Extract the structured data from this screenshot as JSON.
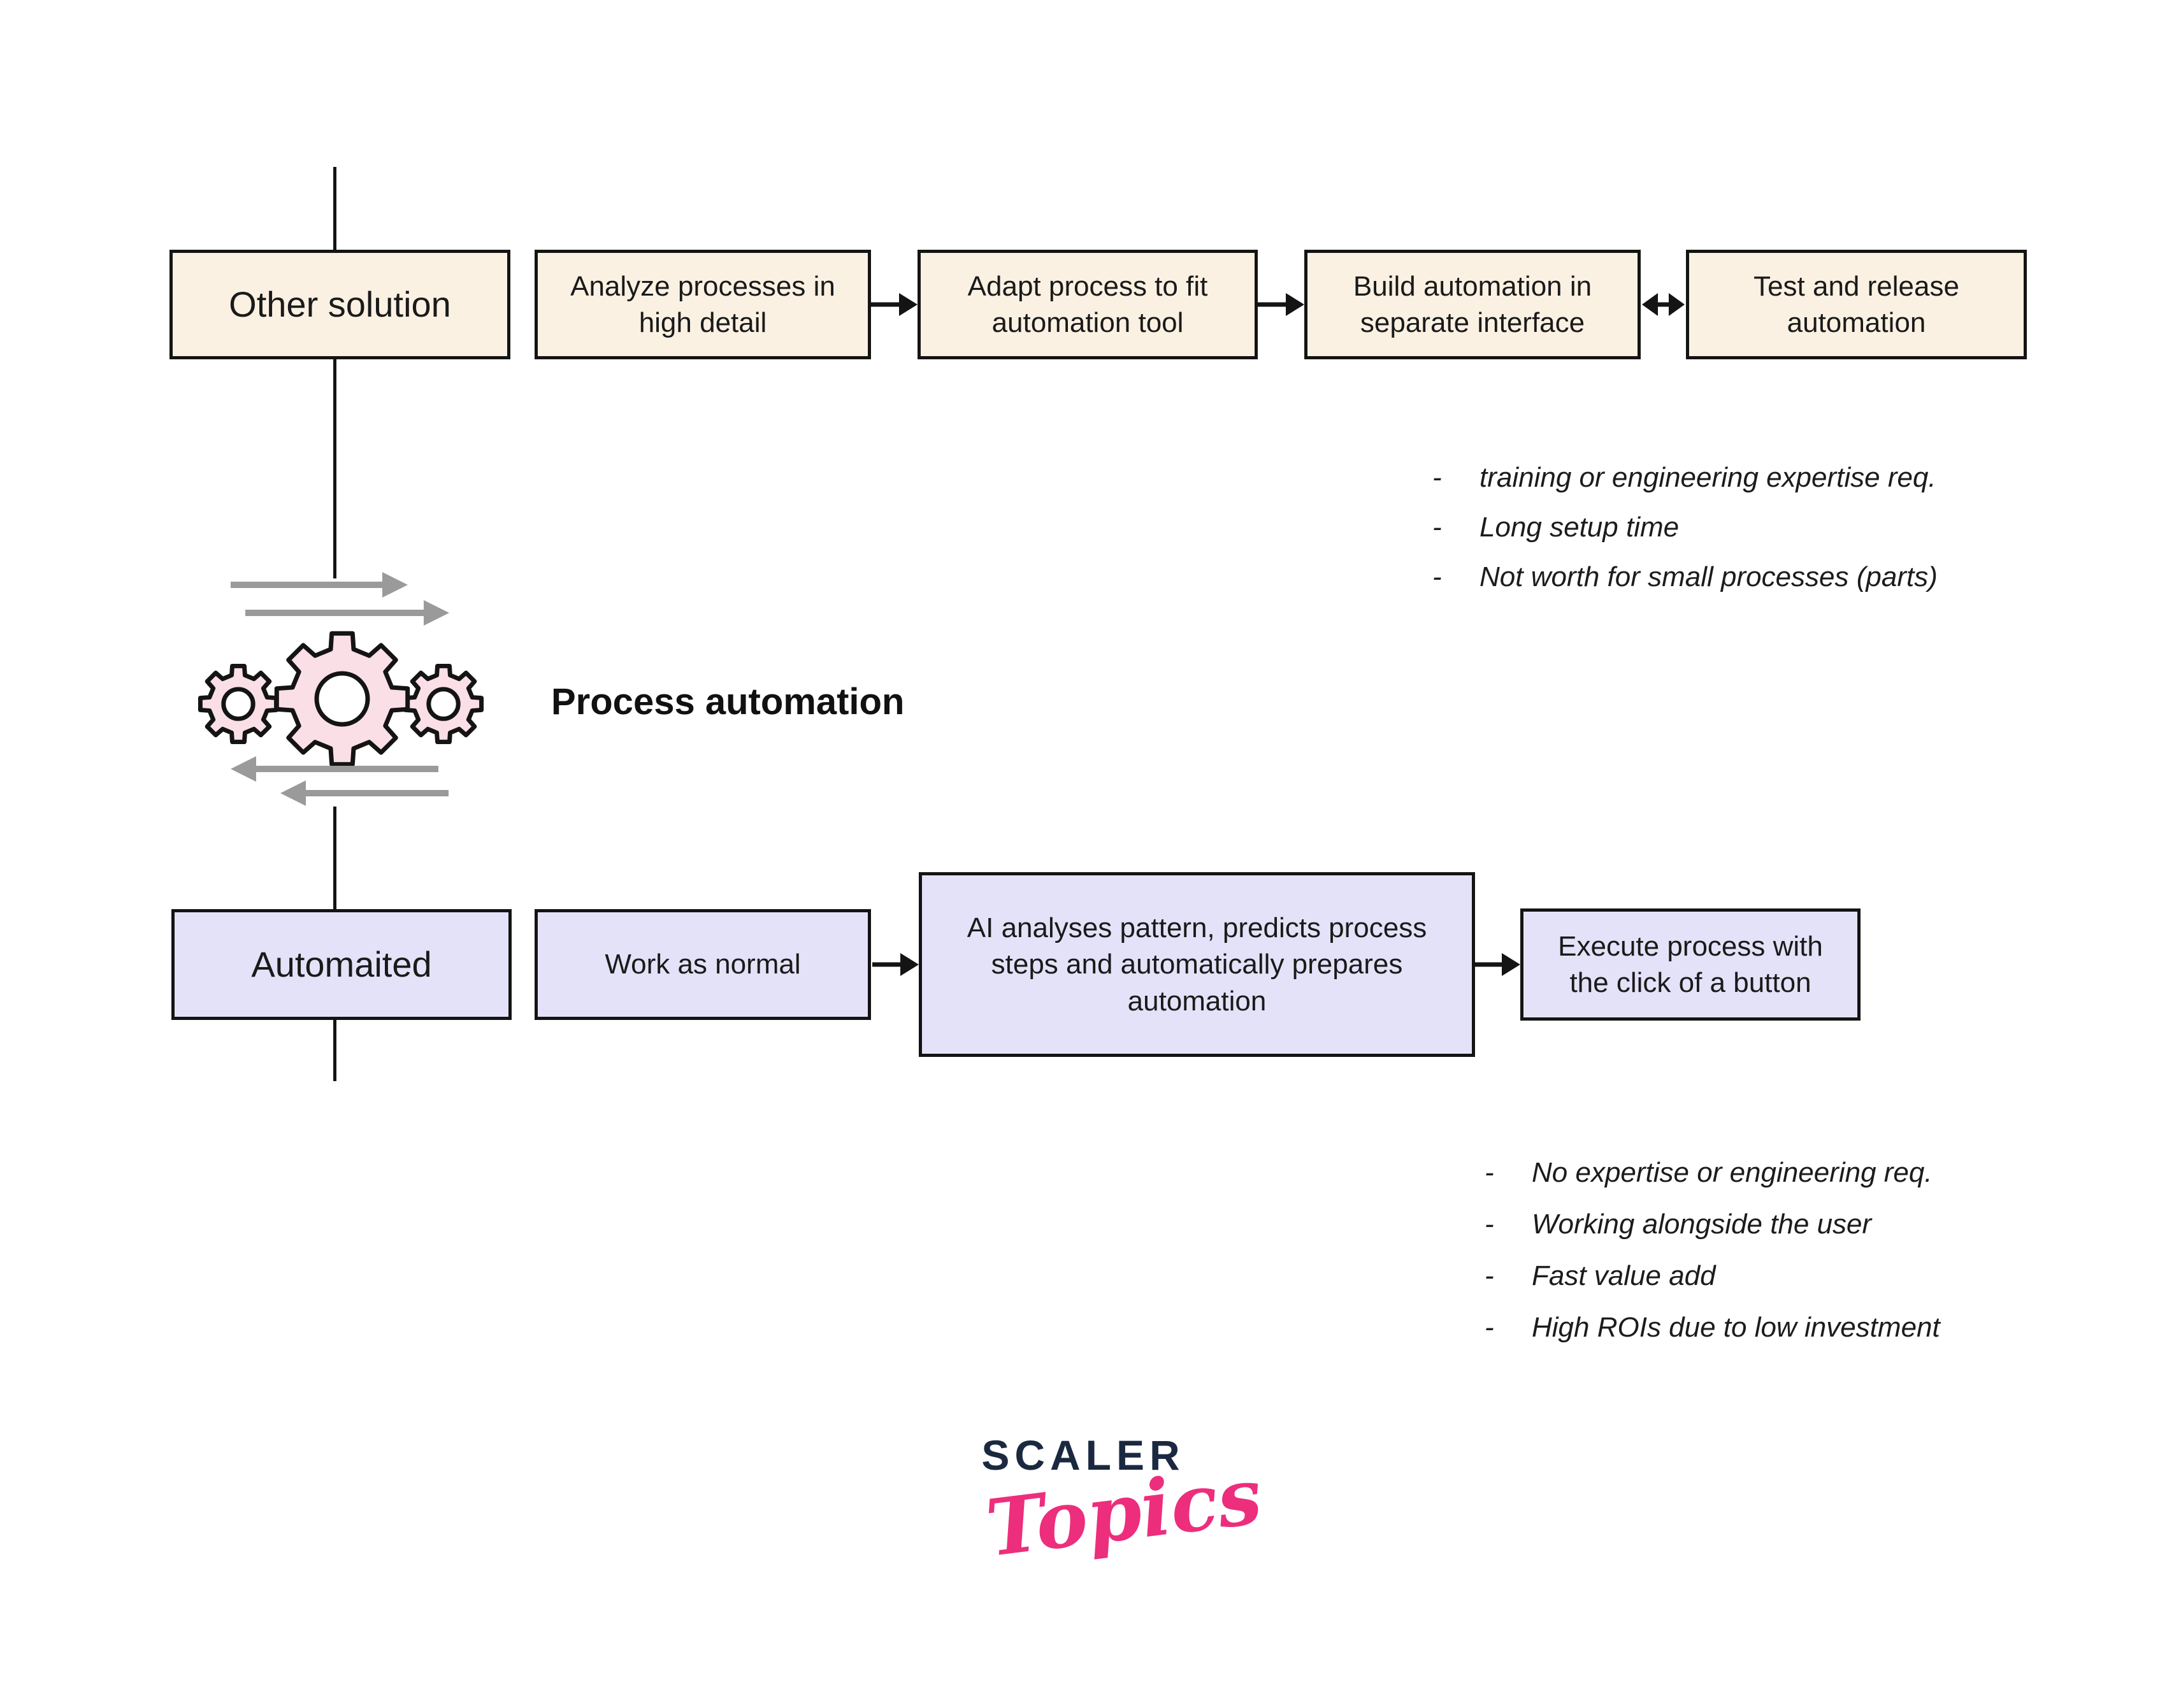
{
  "diagram": {
    "bullet_prefix": "-",
    "top": {
      "label": "Other solution",
      "steps": [
        "Analyze processes in high detail",
        "Adapt process to fit automation tool",
        "Build automation in separate interface",
        "Test and release automation"
      ],
      "cons": [
        "training or engineering expertise req.",
        "Long setup time",
        "Not worth for small processes (parts)"
      ]
    },
    "center": {
      "label": "Process automation"
    },
    "bottom": {
      "label": "Automaited",
      "steps": [
        "Work as normal",
        "AI analyses pattern, predicts process steps and automatically prepares automation",
        "Execute process with the click of a button"
      ],
      "pros": [
        "No expertise or engineering req.",
        "Working alongside the user",
        "Fast value add",
        "High ROIs due to low investment"
      ]
    }
  },
  "logo": {
    "brand": "SCALER",
    "sub": "Topics"
  },
  "colors": {
    "box_cream": "#FBF1E3",
    "box_lavender": "#E4E2F8",
    "gear_pink": "#FBDFE7",
    "outline_black": "#141414",
    "arrow_gray": "#9A9A9A",
    "logo_navy": "#1B2940",
    "logo_pink": "#ED2E7C"
  }
}
